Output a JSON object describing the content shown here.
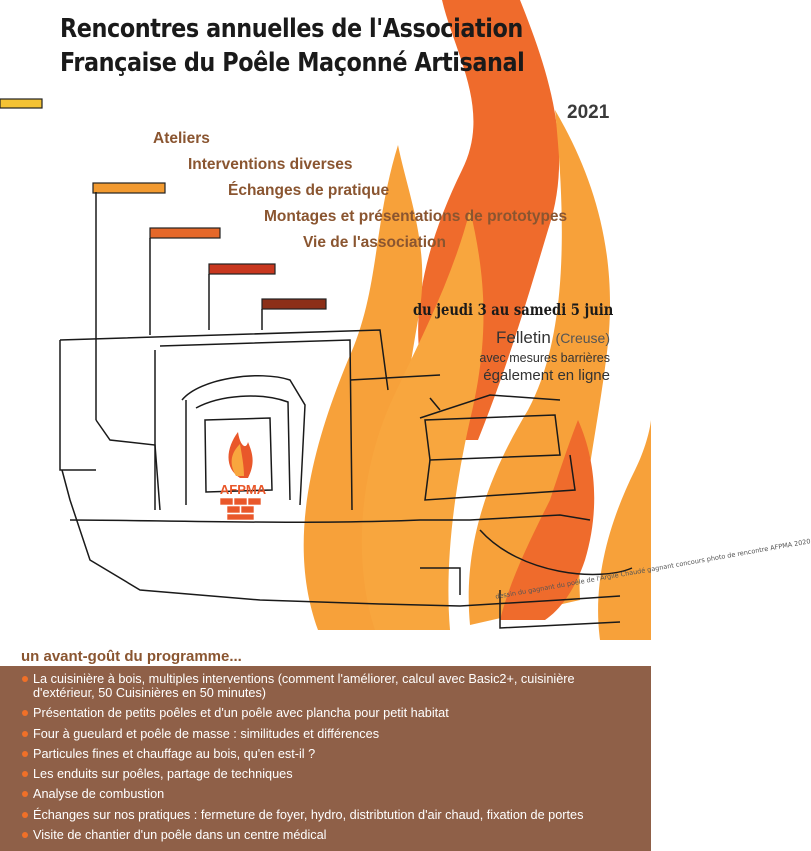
{
  "title": {
    "line1": "Rencontres annuelles de l'Association",
    "line2": "Française du Poêle Maçonné Artisanal",
    "year": "2021"
  },
  "topics": [
    "Ateliers",
    "Interventions diverses",
    "Échanges de pratique",
    "Montages et présentations de prototypes",
    "Vie de l'association"
  ],
  "event": {
    "dates": "du jeudi 3 au samedi 5 juin",
    "city": "Felletin",
    "region": "(Creuse)",
    "barriers": "avec mesures barrières",
    "online": "également en ligne"
  },
  "logo": {
    "text": "AFPMA"
  },
  "drawing_caption": "dessin du gagnant du poêle de l'Argile Chaudé gagnant concours photo de rencontre AFPMA 2020",
  "program": {
    "teaser": "un avant-goût du programme...",
    "items": [
      "La cuisinière à bois, multiples interventions (comment l'améliorer, calcul avec Basic2+, cuisinière d'extérieur, 50 Cuisinières en 50 minutes)",
      "Présentation de petits poêles et d'un poêle avec plancha pour petit habitat",
      "Four à gueulard et poêle de masse : similitudes et différences",
      "Particules fines et chauffage au bois, qu'en est-il ?",
      "Les enduits sur poêles, partage de techniques",
      "Analyse de combustion",
      "Échanges sur nos pratiques : fermeture de foyer, hydro, distribtution d'air chaud, fixation de portes",
      "Visite de chantier d'un poêle dans un centre médical"
    ]
  },
  "colors": {
    "flame_orange": "#f7a13a",
    "flame_red": "#ee6a2e",
    "program_bg": "#8f6048",
    "accent_brown": "#8a5530",
    "bullet": "#f07028"
  }
}
